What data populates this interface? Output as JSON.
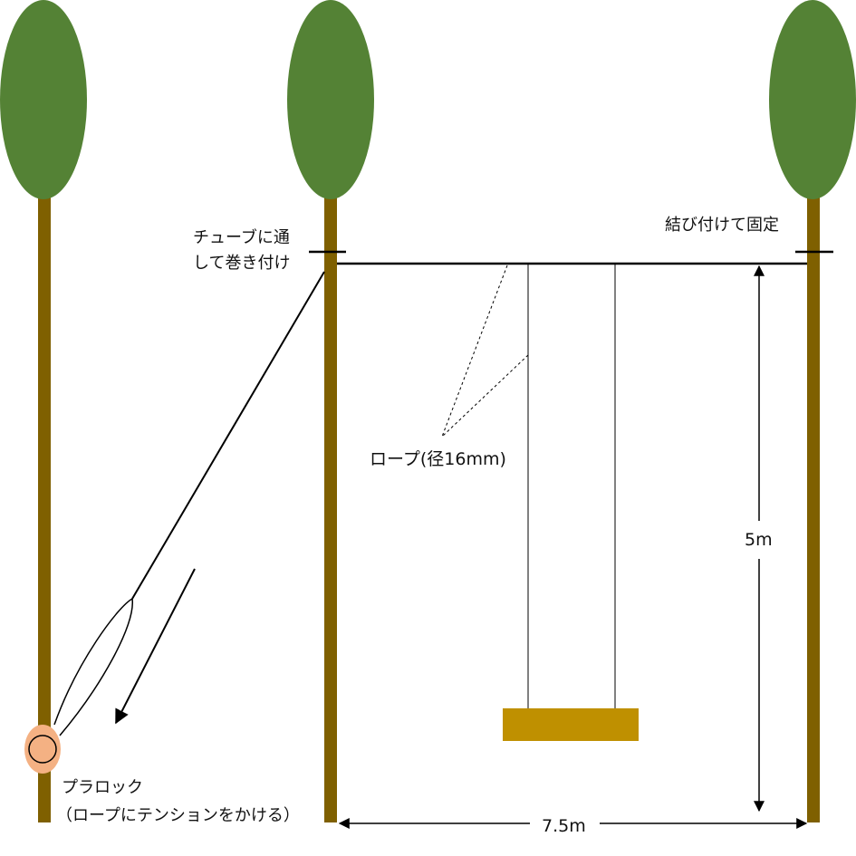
{
  "colors": {
    "foliage": "#548235",
    "trunk": "#7f6000",
    "seat": "#bf9000",
    "knot_fill": "#f4b183",
    "knot_ring": "#f4b183",
    "rope": "#000000",
    "background": "#ffffff"
  },
  "labels": {
    "tube_line1": "チューブに通",
    "tube_line2": "して巻き付け",
    "tie_fix": "結び付けて固定",
    "rope_spec": "ロープ(径16mm)",
    "height": "5m",
    "width": "7.5m",
    "prusik_line1": "プラロック",
    "prusik_line2": "（ロープにテンションをかける）"
  },
  "icons": {
    "trees": "tree-icon",
    "swing_seat": "swing-seat-icon",
    "knot": "prusik-knot-icon",
    "pull_arrow": "pull-direction-arrow-icon"
  }
}
